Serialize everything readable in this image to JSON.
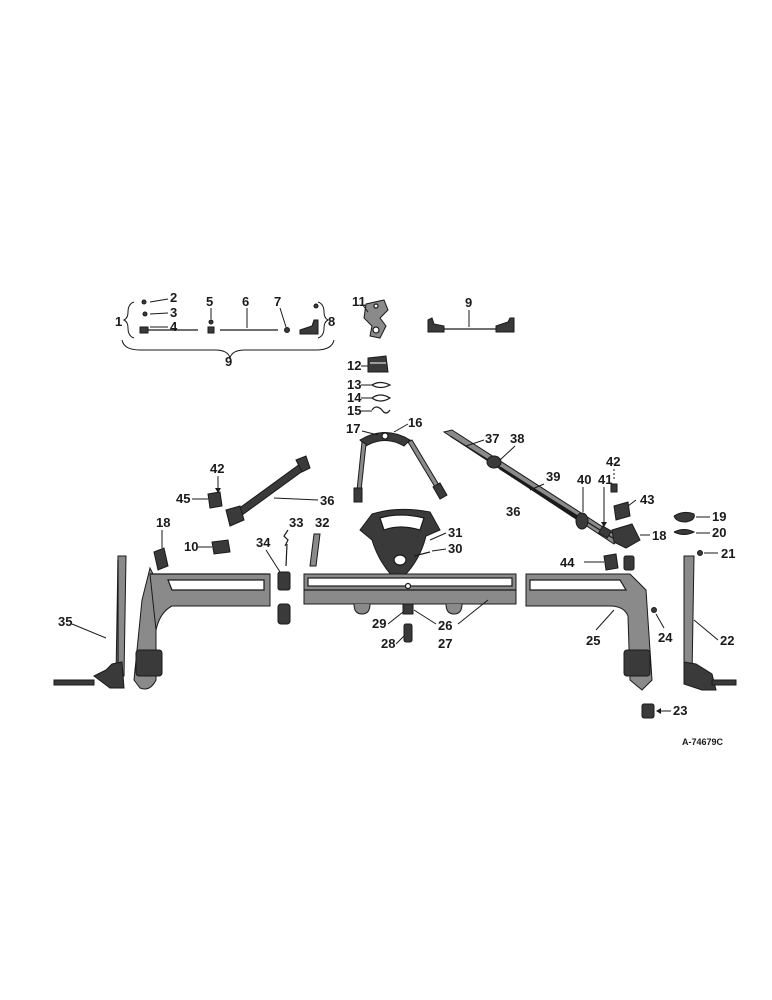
{
  "drawing_code": "A-74679C",
  "callouts": {
    "c1": "1",
    "c2": "2",
    "c3": "3",
    "c4": "4",
    "c5": "5",
    "c6": "6",
    "c7": "7",
    "c8": "8",
    "c9a": "9",
    "c9b": "9",
    "c10": "10",
    "c11": "11",
    "c12": "12",
    "c13": "13",
    "c14": "14",
    "c15": "15",
    "c16": "16",
    "c17": "17",
    "c18a": "18",
    "c18b": "18",
    "c19": "19",
    "c20": "20",
    "c21": "21",
    "c22": "22",
    "c23": "23",
    "c24": "24",
    "c25": "25",
    "c26": "26",
    "c27": "27",
    "c28": "28",
    "c29": "29",
    "c30": "30",
    "c31": "31",
    "c32": "32",
    "c33": "33",
    "c34": "34",
    "c35": "35",
    "c36a": "36",
    "c36b": "36",
    "c37": "37",
    "c38": "38",
    "c39": "39",
    "c40": "40",
    "c41": "41",
    "c42a": "42",
    "c42b": "42",
    "c43": "43",
    "c44": "44",
    "c45": "45"
  }
}
